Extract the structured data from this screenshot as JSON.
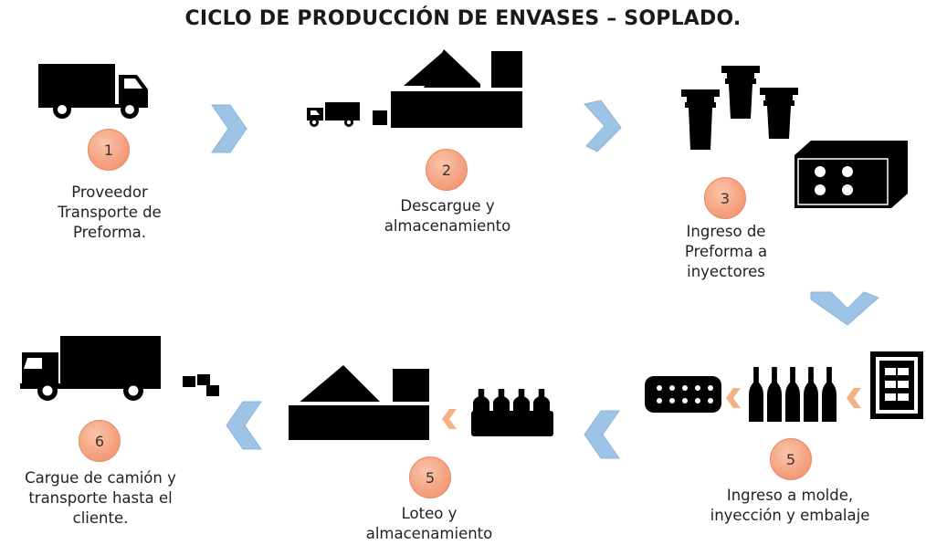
{
  "title": "CICLO DE PRODUCCIÓN DE ENVASES – SOPLADO.",
  "steps": [
    {
      "number": "1",
      "line1": "Proveedor",
      "line2": "Transporte de",
      "line3": "Preforma."
    },
    {
      "number": "2",
      "line1": "Descargue y",
      "line2": "almacenamiento"
    },
    {
      "number": "3",
      "line1": "Ingreso de",
      "line2": "Preforma a",
      "line3": "inyectores"
    },
    {
      "number": "5",
      "line1": "Ingreso a molde,",
      "line2": "inyección y embalaje"
    },
    {
      "number": "5",
      "line1": "Loteo y",
      "line2": "almacenamiento"
    },
    {
      "number": "6",
      "line1": "Cargue de camión y",
      "line2": "transporte hasta el",
      "line3": "cliente."
    }
  ],
  "colors": {
    "badge": "#f4a07f",
    "chevron": "#9dc3e6",
    "small_chevron": "#f4b183",
    "icon": "#000000"
  }
}
